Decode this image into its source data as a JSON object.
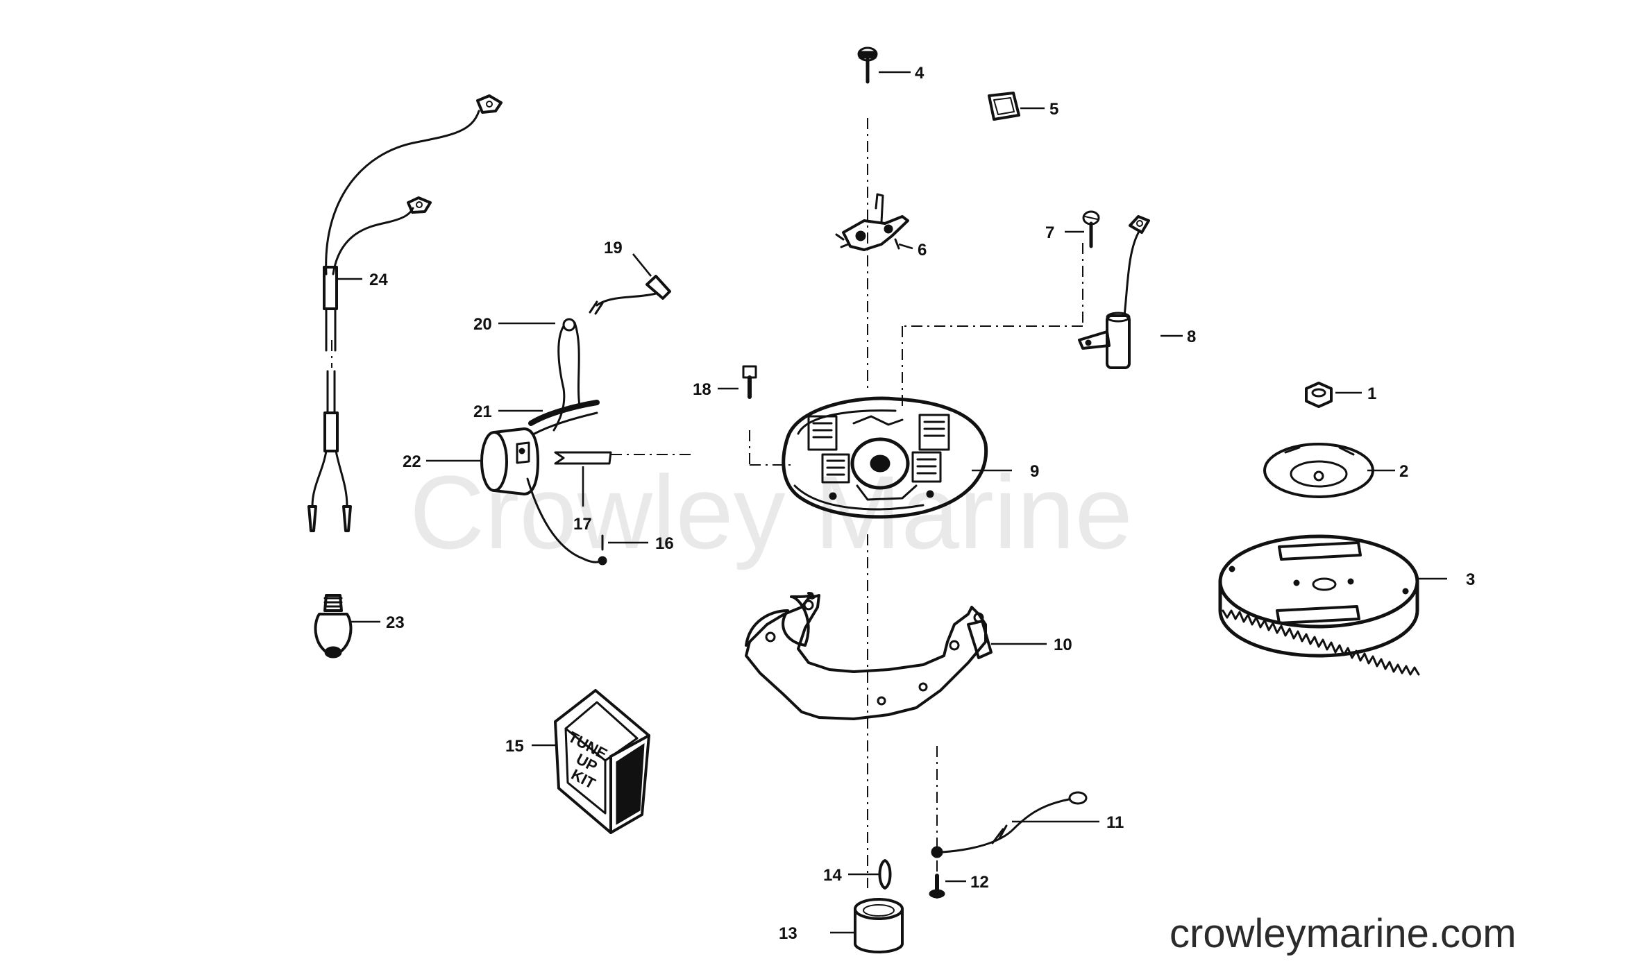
{
  "watermark": "Crowley Marine",
  "website": "crowleymarine.com",
  "kit_label": [
    "TUNE",
    "UP",
    "KIT"
  ],
  "callouts": [
    "1",
    "2",
    "3",
    "4",
    "5",
    "6",
    "7",
    "8",
    "9",
    "10",
    "11",
    "12",
    "13",
    "14",
    "15",
    "16",
    "17",
    "18",
    "19",
    "20",
    "21",
    "22",
    "23",
    "24"
  ]
}
